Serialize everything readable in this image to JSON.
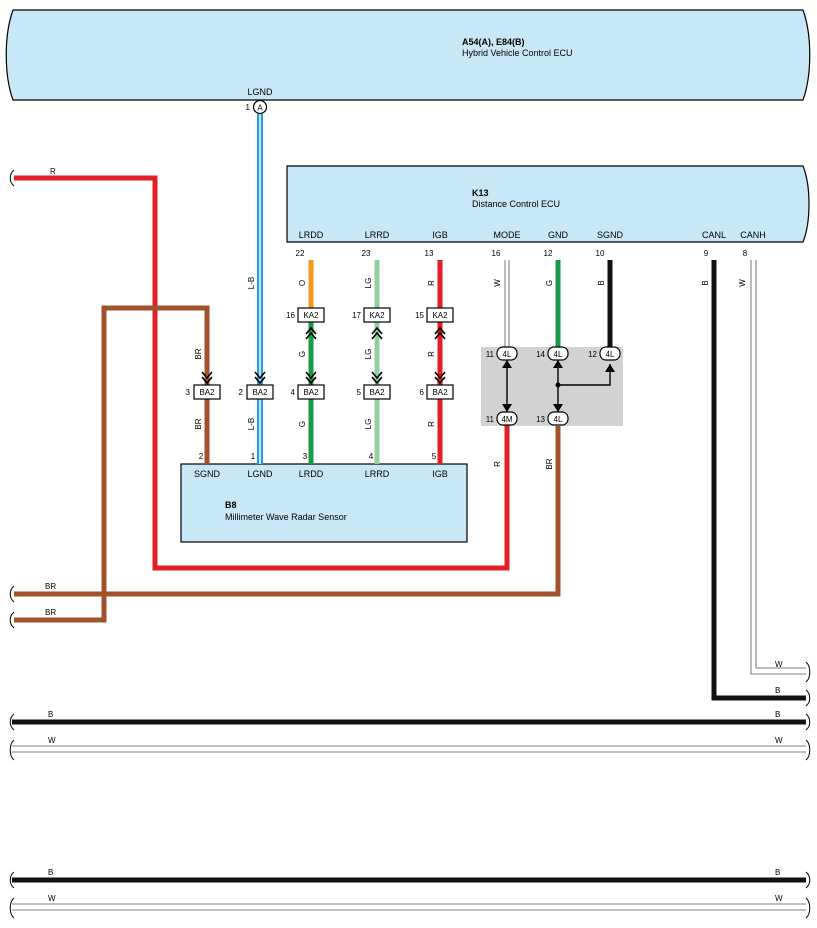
{
  "hv_ecu": {
    "code": "A54(A), E84(B)",
    "name": "Hybrid Vehicle Control ECU",
    "pin_name": "LGND",
    "pin_no": "1",
    "connector": "A"
  },
  "dc_ecu": {
    "code": "K13",
    "name": "Distance Control ECU",
    "pins": [
      {
        "name": "LRDD",
        "no": "22"
      },
      {
        "name": "LRRD",
        "no": "23"
      },
      {
        "name": "IGB",
        "no": "13"
      },
      {
        "name": "MODE",
        "no": "16"
      },
      {
        "name": "GND",
        "no": "12"
      },
      {
        "name": "SGND",
        "no": "10"
      },
      {
        "name": "CANL",
        "no": "9"
      },
      {
        "name": "CANH",
        "no": "8"
      }
    ]
  },
  "radar": {
    "code": "B8",
    "name": "Millimeter Wave Radar Sensor",
    "pins": [
      {
        "name": "SGND",
        "no": "2"
      },
      {
        "name": "LGND",
        "no": "1"
      },
      {
        "name": "LRDD",
        "no": "3"
      },
      {
        "name": "LRRD",
        "no": "4"
      },
      {
        "name": "IGB",
        "no": "5"
      }
    ]
  },
  "wire_colors": {
    "r": "R",
    "br": "BR",
    "lb": "L-B",
    "o": "O",
    "g": "G",
    "lg": "LG",
    "w": "W",
    "b": "B"
  },
  "connectors": {
    "ka2": "KA2",
    "ba2": "BA2",
    "c4l": "4L",
    "c4m": "4M",
    "ka2_pins": [
      "16",
      "17",
      "15"
    ],
    "ba2_pins": [
      "3",
      "2",
      "4",
      "5",
      "6"
    ],
    "j_top_pins": [
      "11",
      "14",
      "12"
    ],
    "j_bot_pins": [
      "11",
      "13"
    ]
  },
  "colors": {
    "ecu_fill": "#c8e8f8",
    "red": "#e41e26",
    "brown": "#a0522d",
    "blue": "#2a9fd8",
    "orange": "#f39a1e",
    "green": "#1a9a48",
    "light_green": "#8fd19e",
    "black": "#111111",
    "junction_gray": "#d2d2d2"
  }
}
